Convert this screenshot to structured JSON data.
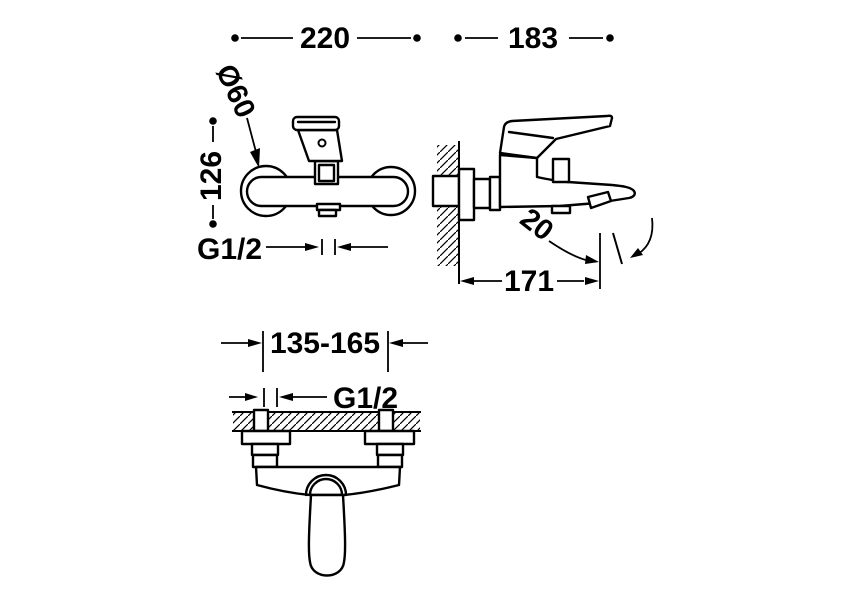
{
  "canvas": {
    "background": "#ffffff",
    "ink": "#000000"
  },
  "front_view": {
    "overall_width": "220",
    "escutcheon_diameter": "Ø60",
    "height": "126",
    "thread": "G1/2"
  },
  "side_view": {
    "overall_depth": "183",
    "spout_reach": "171",
    "spout_angle": "20"
  },
  "top_view": {
    "centres_distance": "135-165",
    "thread": "G1/2"
  }
}
